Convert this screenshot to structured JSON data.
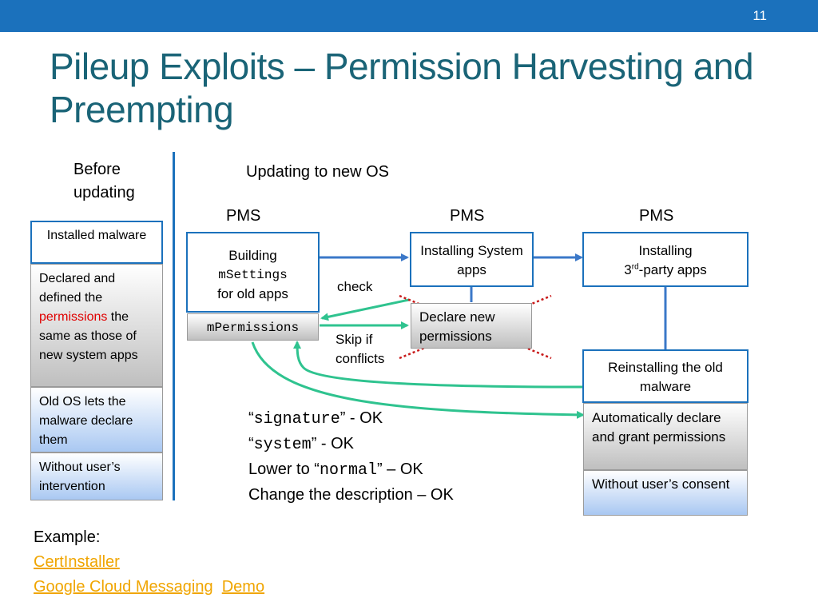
{
  "slide": {
    "number": "11",
    "title": "Pileup Exploits – Permission Harvesting and Preempting"
  },
  "left": {
    "header": [
      "Before",
      "updating"
    ],
    "installed": "Installed malware",
    "declared": {
      "pre": "Declared and defined the ",
      "highlight": "permissions",
      "post": " the same as those of new system apps"
    },
    "old_os": "Old OS lets the malware declare them",
    "without": "Without user’s intervention"
  },
  "right": {
    "header": "Updating to new OS",
    "pms": [
      "PMS",
      "PMS",
      "PMS"
    ],
    "building": {
      "line1": "Building",
      "code": "mSettings",
      "line3": "for old apps"
    },
    "mpermissions": "mPermissions",
    "check": "check",
    "skip": "Skip if conflicts",
    "install_system": "Installing System apps",
    "declare_new": "Declare new permissions",
    "install_third": {
      "line1": "Installing",
      "num": "3",
      "sup": "rd",
      "rest": "-party apps"
    },
    "reinstall": "Reinstalling the old malware",
    "auto": "Automatically declare and grant permissions",
    "without_consent": "Without user’s consent"
  },
  "notes": {
    "l1": {
      "open": "“",
      "code": "signature",
      "close": "” - OK"
    },
    "l2": {
      "open": "“",
      "code": "system",
      "close": "” - OK"
    },
    "l3": {
      "pre": "Lower to “",
      "code": "normal",
      "post": "” – OK"
    },
    "l4": "Change the description – OK"
  },
  "example": {
    "label": "Example:",
    "links": [
      "CertInstaller",
      "Google Cloud Messaging",
      "Demo"
    ]
  },
  "colors": {
    "topbar": "#1b71bc",
    "title": "#1a6477",
    "arrow_blue": "#3b78c8",
    "arrow_green": "#2fc38f",
    "cross": "#c81a1a",
    "link": "#f0a500"
  }
}
